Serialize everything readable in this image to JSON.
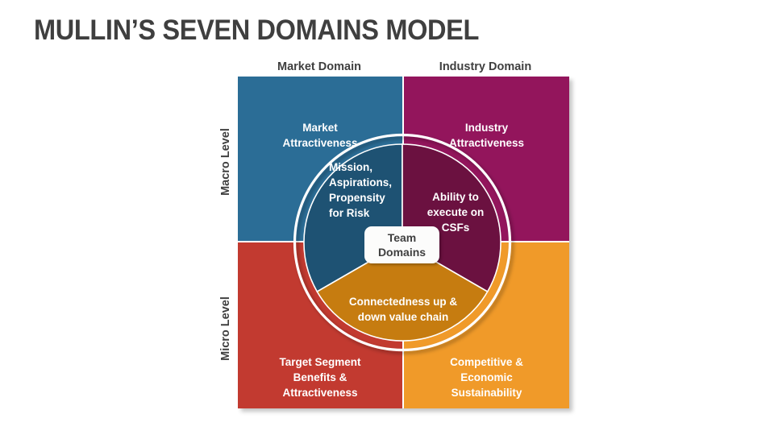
{
  "slide": {
    "title": "MULLIN’S SEVEN DOMAINS MODEL",
    "background_color": "#FFFFFF",
    "title_color": "#3F3F3F"
  },
  "axes": {
    "columns": [
      {
        "id": "market",
        "label": "Market Domain"
      },
      {
        "id": "industry",
        "label": "Industry Domain"
      }
    ],
    "rows": [
      {
        "id": "macro",
        "label": "Macro Level"
      },
      {
        "id": "micro",
        "label": "Micro Level"
      }
    ]
  },
  "matrix": {
    "quadrants": [
      {
        "id": "top-left",
        "label": "Market\nAttractiveness",
        "color": "#2B6D96",
        "column": "Market Domain",
        "row": "Macro Level"
      },
      {
        "id": "top-right",
        "label": "Industry\nAttractiveness",
        "color": "#93155C",
        "column": "Industry Domain",
        "row": "Macro Level"
      },
      {
        "id": "bottom-left",
        "label": "Target Segment\nBenefits &\nAttractiveness",
        "color": "#C23A30",
        "column": "Market Domain",
        "row": "Micro Level"
      },
      {
        "id": "bottom-right",
        "label": "Competitive &\nEconomic\nSustainability",
        "color": "#F09A29",
        "column": "Industry Domain",
        "row": "Micro Level"
      }
    ]
  },
  "circle": {
    "center_label": "Team\nDomains",
    "center_label_color": "#3F3F3F",
    "ring_color": "#FFFFFF",
    "segments": [
      {
        "id": "mission",
        "label": "Mission,\nAspirations,\nPropensity\nfor Risk",
        "color": "#1E5273",
        "start_angle_deg": 240,
        "end_angle_deg": 360
      },
      {
        "id": "ability",
        "label": "Ability to\nexecute on\nCSFs",
        "color": "#6B1140",
        "start_angle_deg": 0,
        "end_angle_deg": 120
      },
      {
        "id": "connectedness",
        "label": "Connectedness up &\ndown value chain",
        "color": "#C67C10",
        "start_angle_deg": 120,
        "end_angle_deg": 240
      }
    ]
  }
}
